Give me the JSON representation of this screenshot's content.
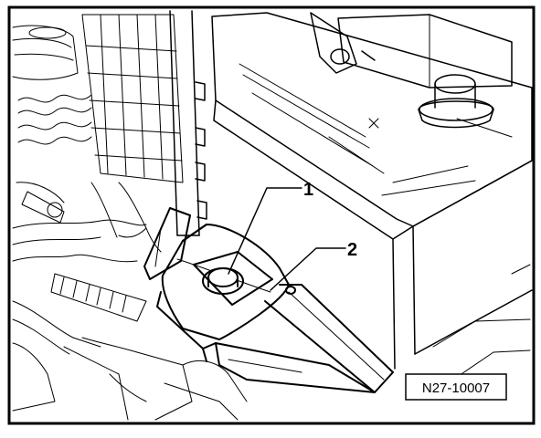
{
  "figure": {
    "callouts": [
      {
        "number": "1",
        "part": "bolt"
      },
      {
        "number": "2",
        "part": "battery-clamp"
      }
    ],
    "figure_code": "N27-10007"
  }
}
